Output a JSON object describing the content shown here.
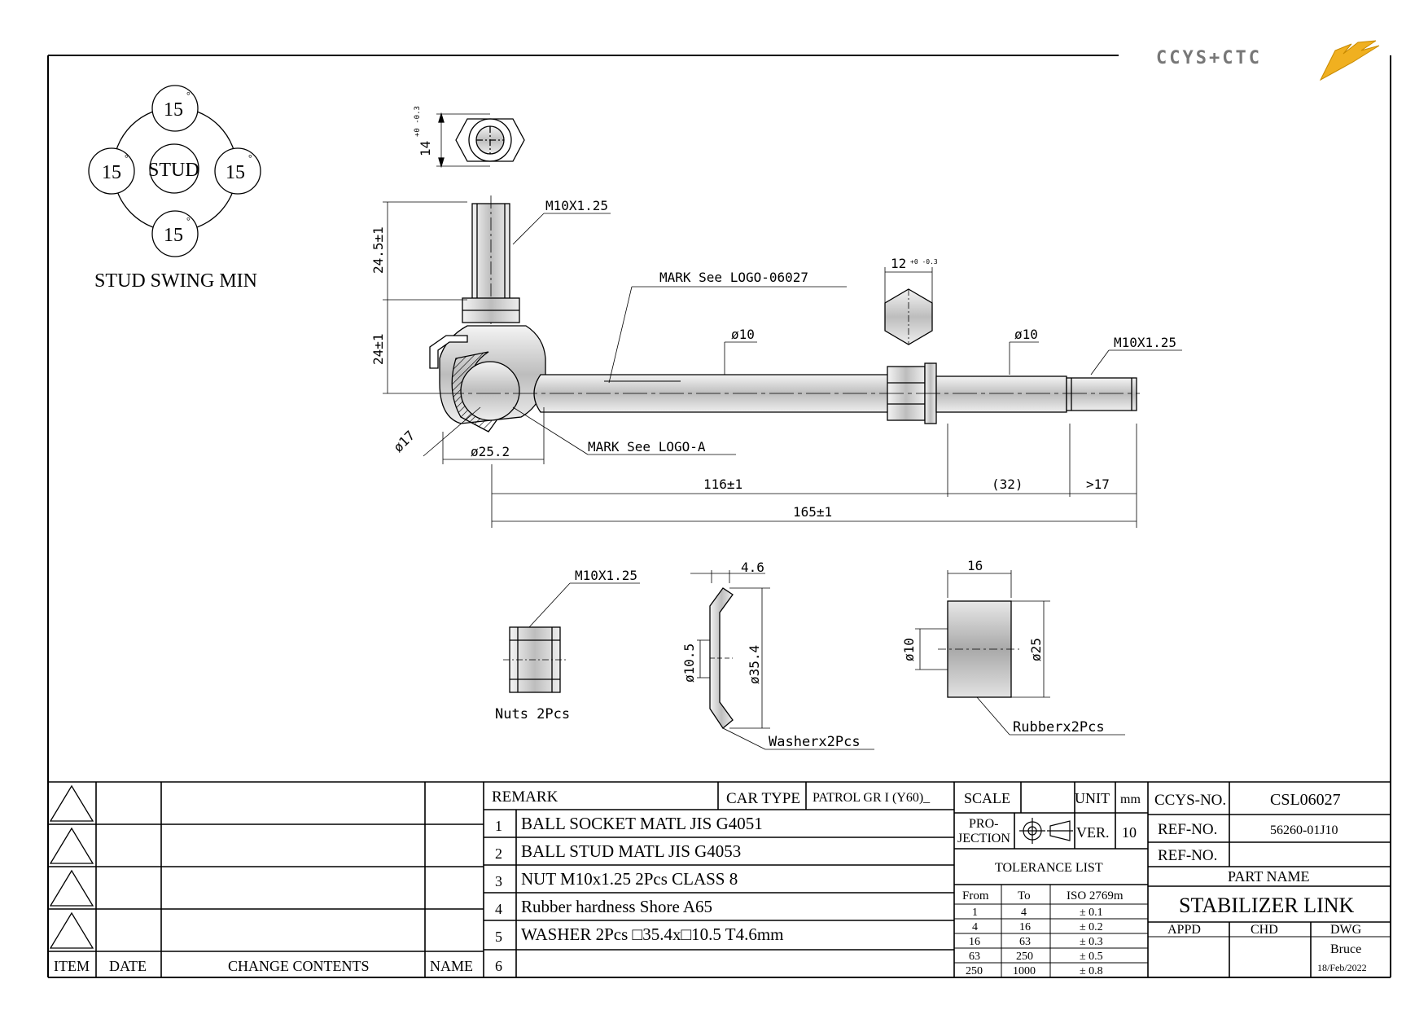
{
  "logo": {
    "text": "CCYS+CTC"
  },
  "swing": {
    "center_label": "STUD",
    "angles": [
      "15",
      "15",
      "15",
      "15"
    ],
    "degree": "°",
    "caption": "STUD SWING MIN"
  },
  "dims": {
    "hex_top": "14",
    "hex_top_tol": "+0 -0.3",
    "thread_stud": "M10X1.25",
    "d_245": "24.5±1",
    "d_24": "24±1",
    "mark_06027": "MARK See LOGO-06027",
    "hex_right": "12",
    "hex_right_tol": "+0 -0.3",
    "phi10_a": "ø10",
    "phi10_b": "ø10",
    "thread_end": "M10X1.25",
    "phi17": "ø17",
    "phi252": "ø25.2",
    "mark_a": "MARK See LOGO-A",
    "d_116": "116±1",
    "d_32": "(32)",
    "d_17": ">17",
    "d_165": "165±1",
    "nut_thread": "M10X1.25",
    "nut_caption": "Nuts 2Pcs",
    "washer_t": "4.6",
    "washer_id": "ø10.5",
    "washer_od": "ø35.4",
    "washer_caption": "Washerx2Pcs",
    "rubber_len": "16",
    "rubber_id": "ø10",
    "rubber_od": "ø25",
    "rubber_caption": "Rubberx2Pcs"
  },
  "revision": {
    "headers": [
      "ITEM",
      "DATE",
      "CHANGE CONTENTS",
      "NAME"
    ]
  },
  "remarks": {
    "header": "REMARK",
    "car_type_label": "CAR TYPE",
    "car_type_value": "PATROL GR I (Y60)_",
    "items": [
      {
        "no": "1",
        "text": "BALL SOCKET MATL JIS G4051"
      },
      {
        "no": "2",
        "text": "BALL STUD MATL JIS G4053"
      },
      {
        "no": "3",
        "text": "NUT M10x1.25 2Pcs CLASS 8"
      },
      {
        "no": "4",
        "text": "Rubber hardness Shore A65"
      },
      {
        "no": "5",
        "text": "WASHER 2Pcs □35.4x□10.5 T4.6mm"
      },
      {
        "no": "6",
        "text": ""
      }
    ]
  },
  "title_block": {
    "scale_label": "SCALE",
    "scale_value": "",
    "unit_label": "UNIT",
    "unit_value": "mm",
    "projection_label_1": "PRO-",
    "projection_label_2": "JECTION",
    "ver_label": "VER.",
    "ver_value": "10",
    "tolerance_title": "TOLERANCE LIST",
    "tolerance_headers": [
      "From",
      "To",
      "ISO 2769m"
    ],
    "tolerance_rows": [
      [
        "1",
        "4",
        "± 0.1"
      ],
      [
        "4",
        "16",
        "± 0.2"
      ],
      [
        "16",
        "63",
        "± 0.3"
      ],
      [
        "63",
        "250",
        "± 0.5"
      ],
      [
        "250",
        "1000",
        "± 0.8"
      ]
    ],
    "ccys_no_label": "CCYS-NO.",
    "ccys_no_value": "CSL06027",
    "ref_no_label_1": "REF-NO.",
    "ref_no_value_1": "56260-01J10",
    "ref_no_label_2": "REF-NO.",
    "ref_no_value_2": "",
    "part_name_label": "PART NAME",
    "part_name_value": "STABILIZER LINK",
    "appd_label": "APPD",
    "chd_label": "CHD",
    "dwg_label": "DWG",
    "dwg_name": "Bruce",
    "date": "18/Feb/2022"
  }
}
